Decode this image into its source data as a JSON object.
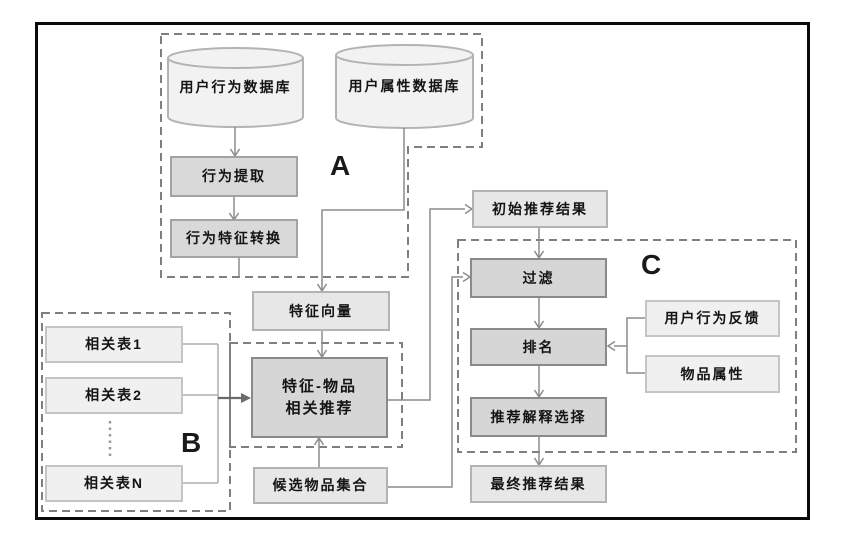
{
  "diagram": {
    "title_hint": "recommendation pipeline flowchart",
    "groups": {
      "a": {
        "label": "A"
      },
      "b": {
        "label": "B"
      },
      "c": {
        "label": "C"
      }
    },
    "nodes": {
      "db_user_behavior": {
        "label": "用户行为数据库",
        "shape": "cylinder"
      },
      "db_user_attribute": {
        "label": "用户属性数据库",
        "shape": "cylinder"
      },
      "behavior_extract": {
        "label": "行为提取"
      },
      "behavior_feature_convert": {
        "label": "行为特征转换"
      },
      "feature_vector": {
        "label": "特征向量"
      },
      "feature_item_rec": {
        "line1": "特征-物品",
        "line2": "相关推荐"
      },
      "table1": {
        "label": "相关表1"
      },
      "table2": {
        "label": "相关表2"
      },
      "tableN": {
        "label": "相关表N"
      },
      "candidate_items": {
        "label": "候选物品集合"
      },
      "initial_results": {
        "label": "初始推荐结果"
      },
      "filter": {
        "label": "过滤"
      },
      "ranking": {
        "label": "排名"
      },
      "explanation_select": {
        "label": "推荐解释选择"
      },
      "user_behavior_feedback": {
        "label": "用户行为反馈"
      },
      "item_attributes": {
        "label": "物品属性"
      },
      "final_results": {
        "label": "最终推荐结果"
      }
    },
    "colors": {
      "frame_border": "#0a0a0a",
      "dashed_outline": "#7f7f7f",
      "connector": "#8c8c8c",
      "cylinder_fill": "#f2f2f2",
      "process_fill": "#d9d9d9",
      "emphasis_fill": "#d6d6d6",
      "light_fill": "#e7e7e7",
      "pale_fill": "#f0f0f0",
      "text": "#141414"
    }
  }
}
